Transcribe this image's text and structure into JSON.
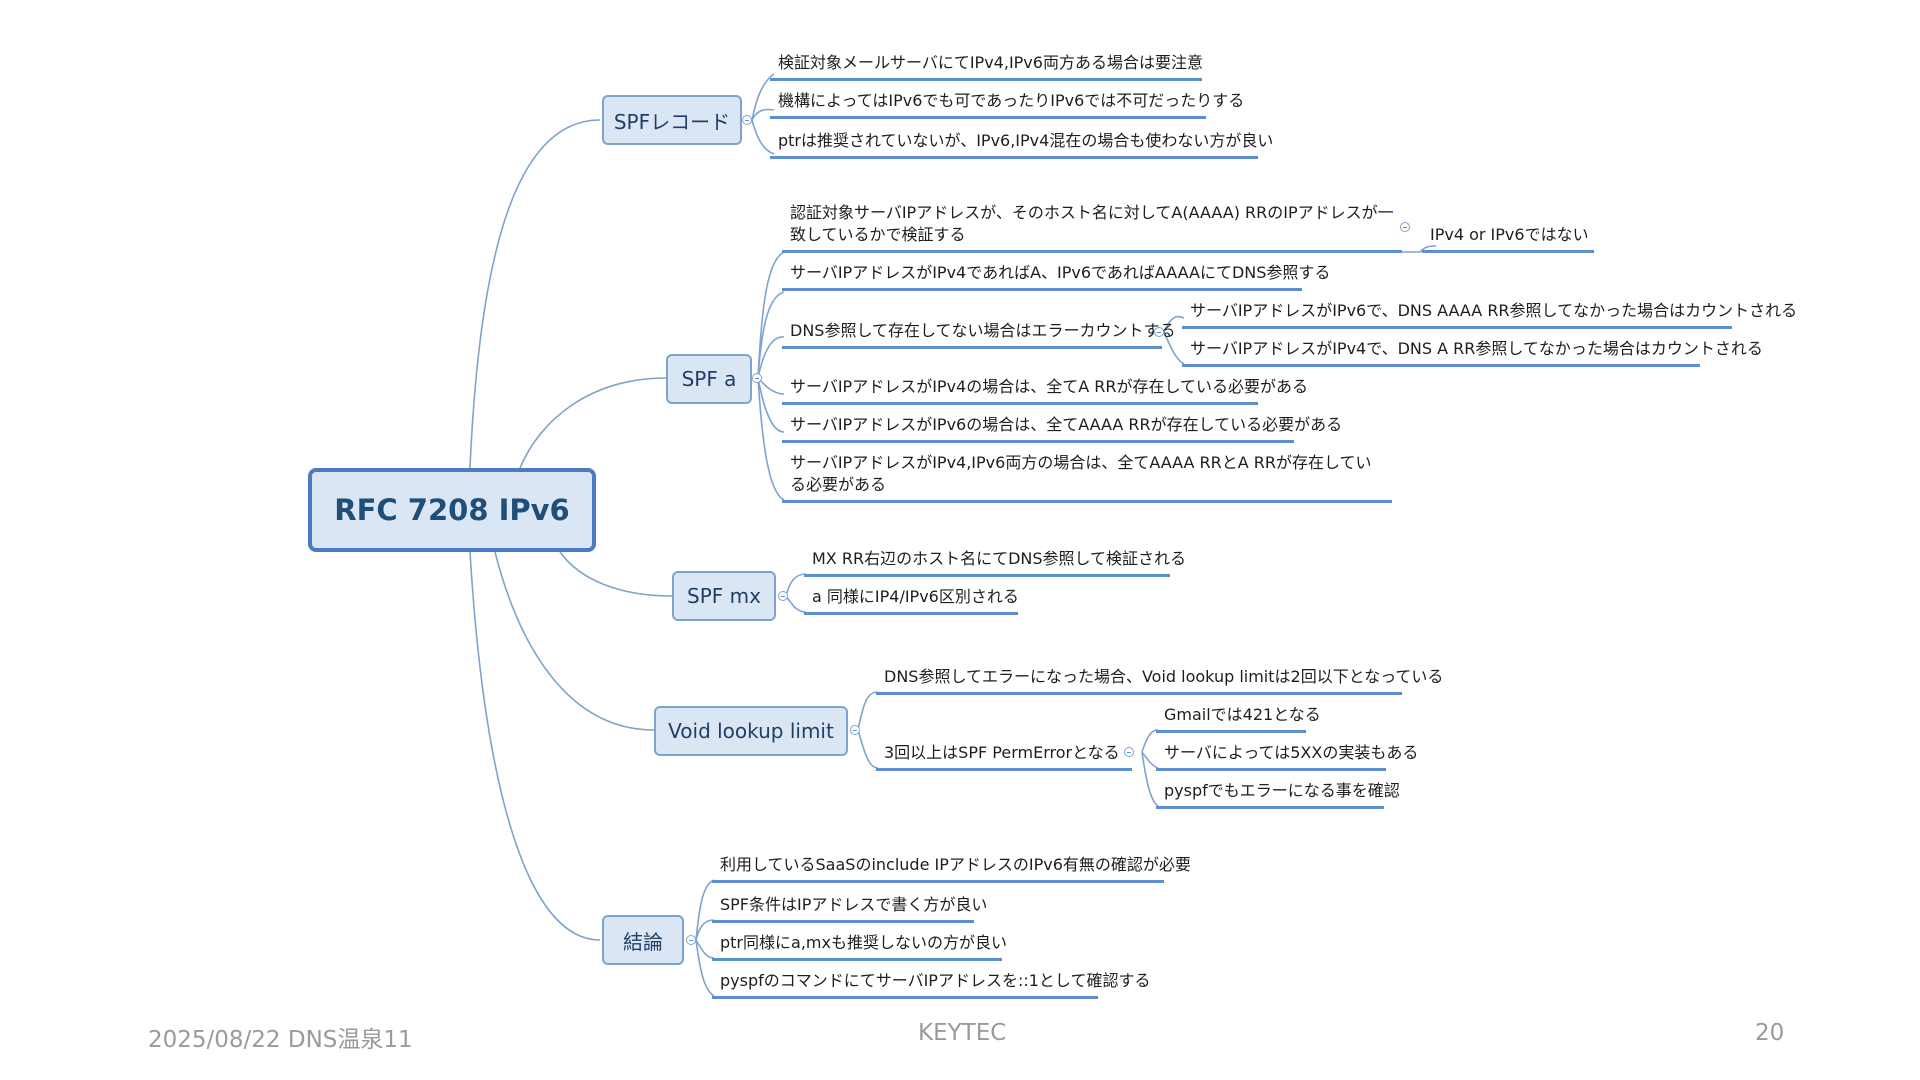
{
  "root": {
    "label": "RFC 7208 IPv6"
  },
  "branches": [
    {
      "label": "SPFレコード",
      "items": [
        "検証対象メールサーバにてIPv4,IPv6両方ある場合は要注意",
        "機構によってはIPv6でも可であったりIPv6では不可だったりする",
        "ptrは推奨されていないが、IPv6,IPv4混在の場合も使わない方が良い"
      ]
    },
    {
      "label": "SPF a",
      "items": [
        "認証対象サーバIPアドレスが、そのホスト名に対してA(AAAA) RRのIPアドレスが一致しているかで検証する",
        "サーバIPアドレスがIPv4であればA、IPv6であればAAAAにてDNS参照する",
        "DNS参照して存在してない場合はエラーカウントする",
        "サーバIPアドレスがIPv4の場合は、全てA RRが存在している必要がある",
        "サーバIPアドレスがIPv6の場合は、全てAAAA RRが存在している必要がある",
        "サーバIPアドレスがIPv4,IPv6両方の場合は、全てAAAA RRとA RRが存在している必要がある"
      ],
      "sub_a0": [
        "IPv4 or IPv6ではない"
      ],
      "sub_a2": [
        "サーバIPアドレスがIPv6で、DNS AAAA RR参照してなかった場合はカウントされる",
        "サーバIPアドレスがIPv4で、DNS A RR参照してなかった場合はカウントされる"
      ]
    },
    {
      "label": "SPF mx",
      "items": [
        "MX RR右辺のホスト名にてDNS参照して検証される",
        "a 同様にIP4/IPv6区別される"
      ]
    },
    {
      "label": "Void lookup limit",
      "items": [
        "DNS参照してエラーになった場合、Void lookup limitは2回以下となっている",
        "3回以上はSPF PermErrorとなる"
      ],
      "sub_v1": [
        "Gmailでは421となる",
        "サーバによっては5XXの実装もある",
        "pyspfでもエラーになる事を確認"
      ]
    },
    {
      "label": "結論",
      "items": [
        "利用しているSaaSのinclude IPアドレスのIPv6有無の確認が必要",
        "SPF条件はIPアドレスで書く方が良い",
        "ptr同様にa,mxも推奨しないの方が良い",
        "pyspfのコマンドにてサーバIPアドレスを::1として確認する"
      ]
    }
  ],
  "footer": {
    "left": "2025/08/22 DNS温泉11",
    "center": "KEYTEC",
    "right": "20"
  },
  "colors": {
    "line": "#7fa3cf",
    "underline": "#5b8fcf",
    "root_border": "#4a7cc0",
    "node_fill": "#dbe6f4"
  }
}
